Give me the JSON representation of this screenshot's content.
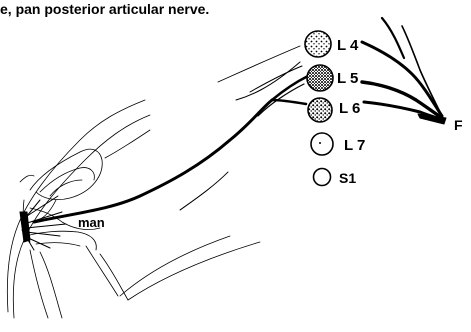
{
  "caption": "e, pan posterior articular nerve.",
  "labels": {
    "L4": "L 4",
    "L5": "L 5",
    "L6": "L 6",
    "L7": "L 7",
    "S1": "S1",
    "F": "F",
    "man": "man"
  }
}
